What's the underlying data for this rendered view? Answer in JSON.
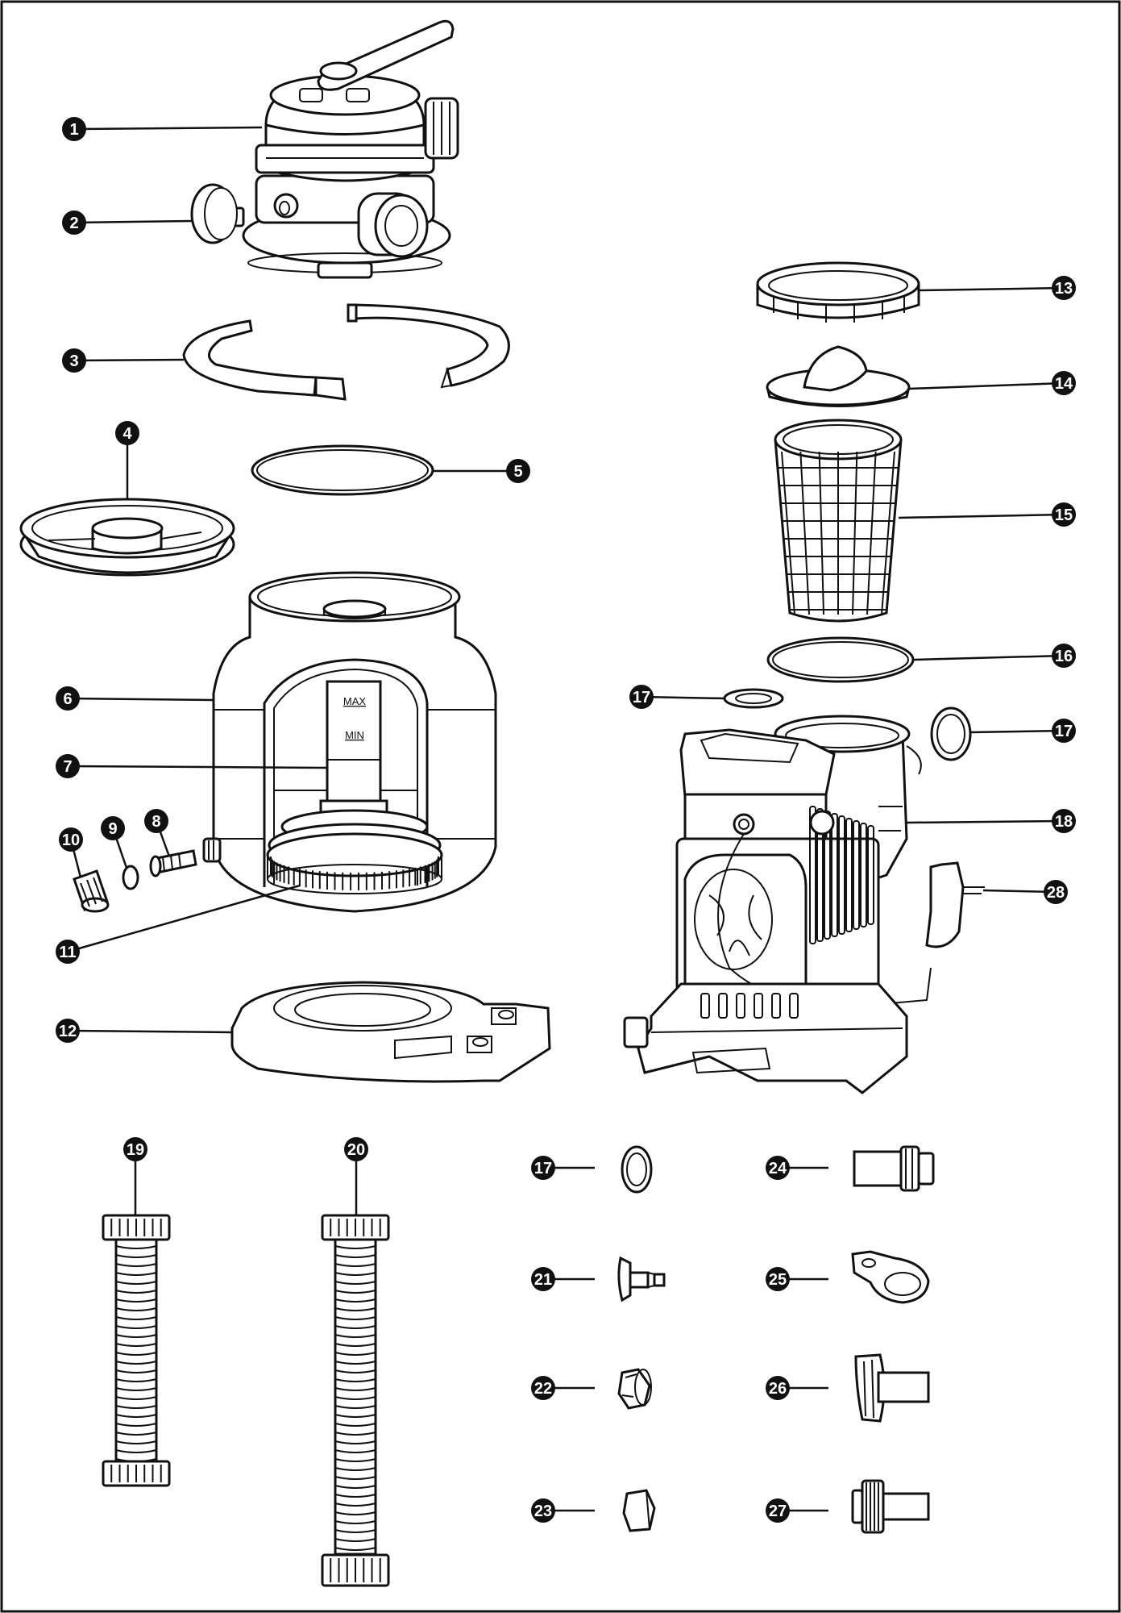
{
  "colors": {
    "line": "#111111",
    "background": "#ffffff",
    "badge": "#111111",
    "badge_text": "#ffffff"
  },
  "level_marks": {
    "max": "MAX",
    "min": "MIN"
  },
  "callouts": [
    {
      "n": "1"
    },
    {
      "n": "2"
    },
    {
      "n": "3"
    },
    {
      "n": "4"
    },
    {
      "n": "5"
    },
    {
      "n": "6"
    },
    {
      "n": "7"
    },
    {
      "n": "8"
    },
    {
      "n": "9"
    },
    {
      "n": "10"
    },
    {
      "n": "11"
    },
    {
      "n": "12"
    },
    {
      "n": "13"
    },
    {
      "n": "14"
    },
    {
      "n": "15"
    },
    {
      "n": "16"
    },
    {
      "n": "17"
    },
    {
      "n": "17"
    },
    {
      "n": "18"
    },
    {
      "n": "28"
    },
    {
      "n": "19"
    },
    {
      "n": "20"
    },
    {
      "n": "17"
    },
    {
      "n": "21"
    },
    {
      "n": "22"
    },
    {
      "n": "23"
    },
    {
      "n": "24"
    },
    {
      "n": "25"
    },
    {
      "n": "26"
    },
    {
      "n": "27"
    }
  ]
}
